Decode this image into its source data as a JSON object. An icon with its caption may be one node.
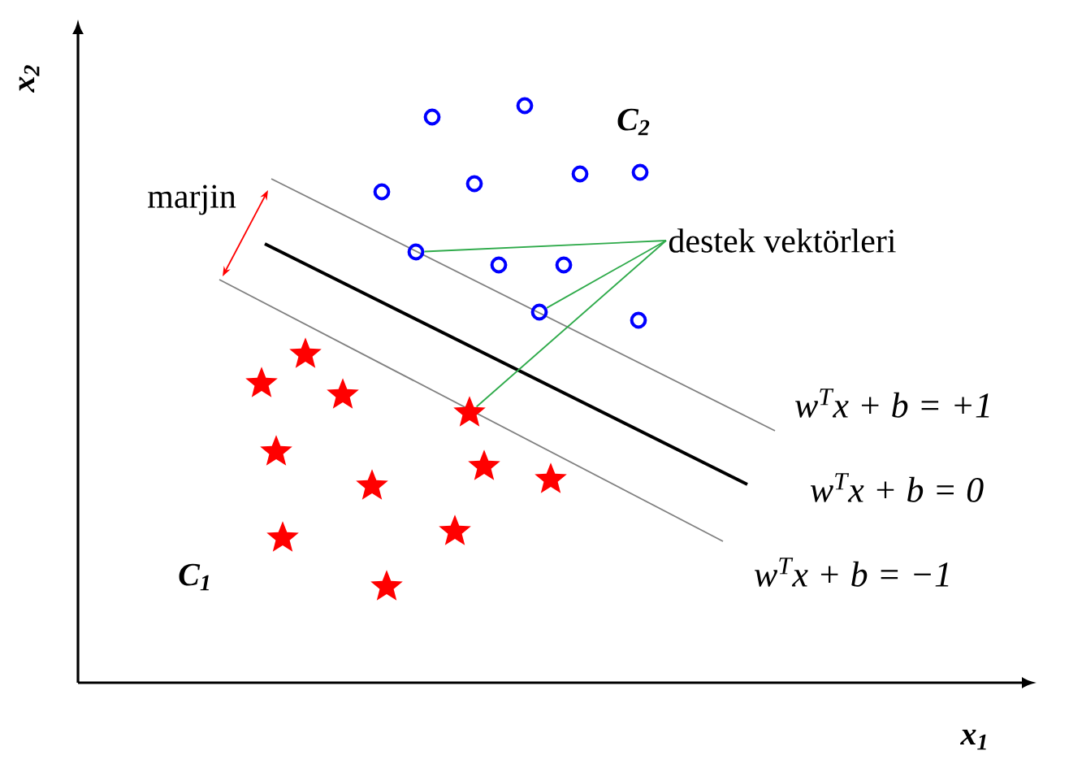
{
  "diagram": {
    "nodes": [
      {
        "text": [
          "destek vektörleri"
        ]
      },
      {
        "text": [],
        "shape": "star"
      },
      {
        "text": [],
        "shape": "star"
      },
      {
        "text": [],
        "shape": "star"
      },
      {
        "text": [],
        "shape": "star"
      },
      {
        "text": [],
        "shape": "star"
      },
      {
        "text": [],
        "shape": "star"
      },
      {
        "text": [],
        "shape": "circle"
      },
      {
        "text": [],
        "shape": "star"
      },
      {
        "text": [],
        "shape": "circle"
      },
      {
        "text": [],
        "shape": "circle"
      },
      {
        "text": [],
        "shape": "star"
      },
      {
        "text": [],
        "shape": "star"
      },
      {
        "text": [],
        "shape": "circle"
      },
      {
        "text": [],
        "shape": "star"
      },
      {
        "text": [],
        "shape": "circle"
      },
      {
        "text": [],
        "shape": "circle"
      },
      {
        "text": [],
        "shape": "circle"
      },
      {
        "text": [],
        "shape": "star"
      },
      {
        "text": [],
        "shape": "circle"
      },
      {
        "text": [],
        "shape": "circle"
      },
      {
        "text": [],
        "shape": "circle"
      },
      {
        "text": [],
        "shape": "circle"
      }
    ],
    "edges": [
      {
        "from": 0,
        "to": 9,
        "arrow": "none"
      },
      {
        "from": 0,
        "to": 17,
        "arrow": "none"
      },
      {
        "from": 0,
        "to": 12,
        "arrow": "none"
      }
    ],
    "labels": [
      "x$_{2}$",
      "C$_{2}$",
      "marjin",
      "w$^{T}$x + b = +1",
      "w$^{T}$x + b = 0",
      "w$^{T}$x + b = −1",
      "C$_{1}$",
      "x$_{1}$"
    ]
  }
}
